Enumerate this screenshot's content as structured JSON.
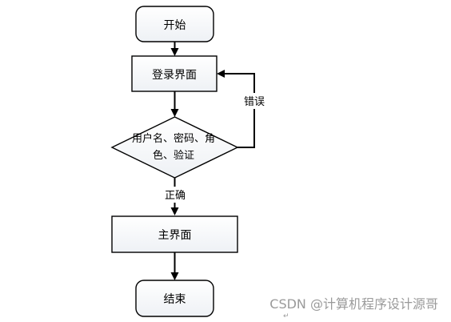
{
  "diagram": {
    "nodes": {
      "start": "开始",
      "login": "登录界面",
      "verify_line1": "用户名、密码、角",
      "verify_line2": "色、验证",
      "main": "主界面",
      "end": "结束"
    },
    "edges": {
      "error": "错误",
      "correct": "正确"
    }
  },
  "watermark": "CSDN @计算机程序设计源哥",
  "watermark_mark": "↵"
}
